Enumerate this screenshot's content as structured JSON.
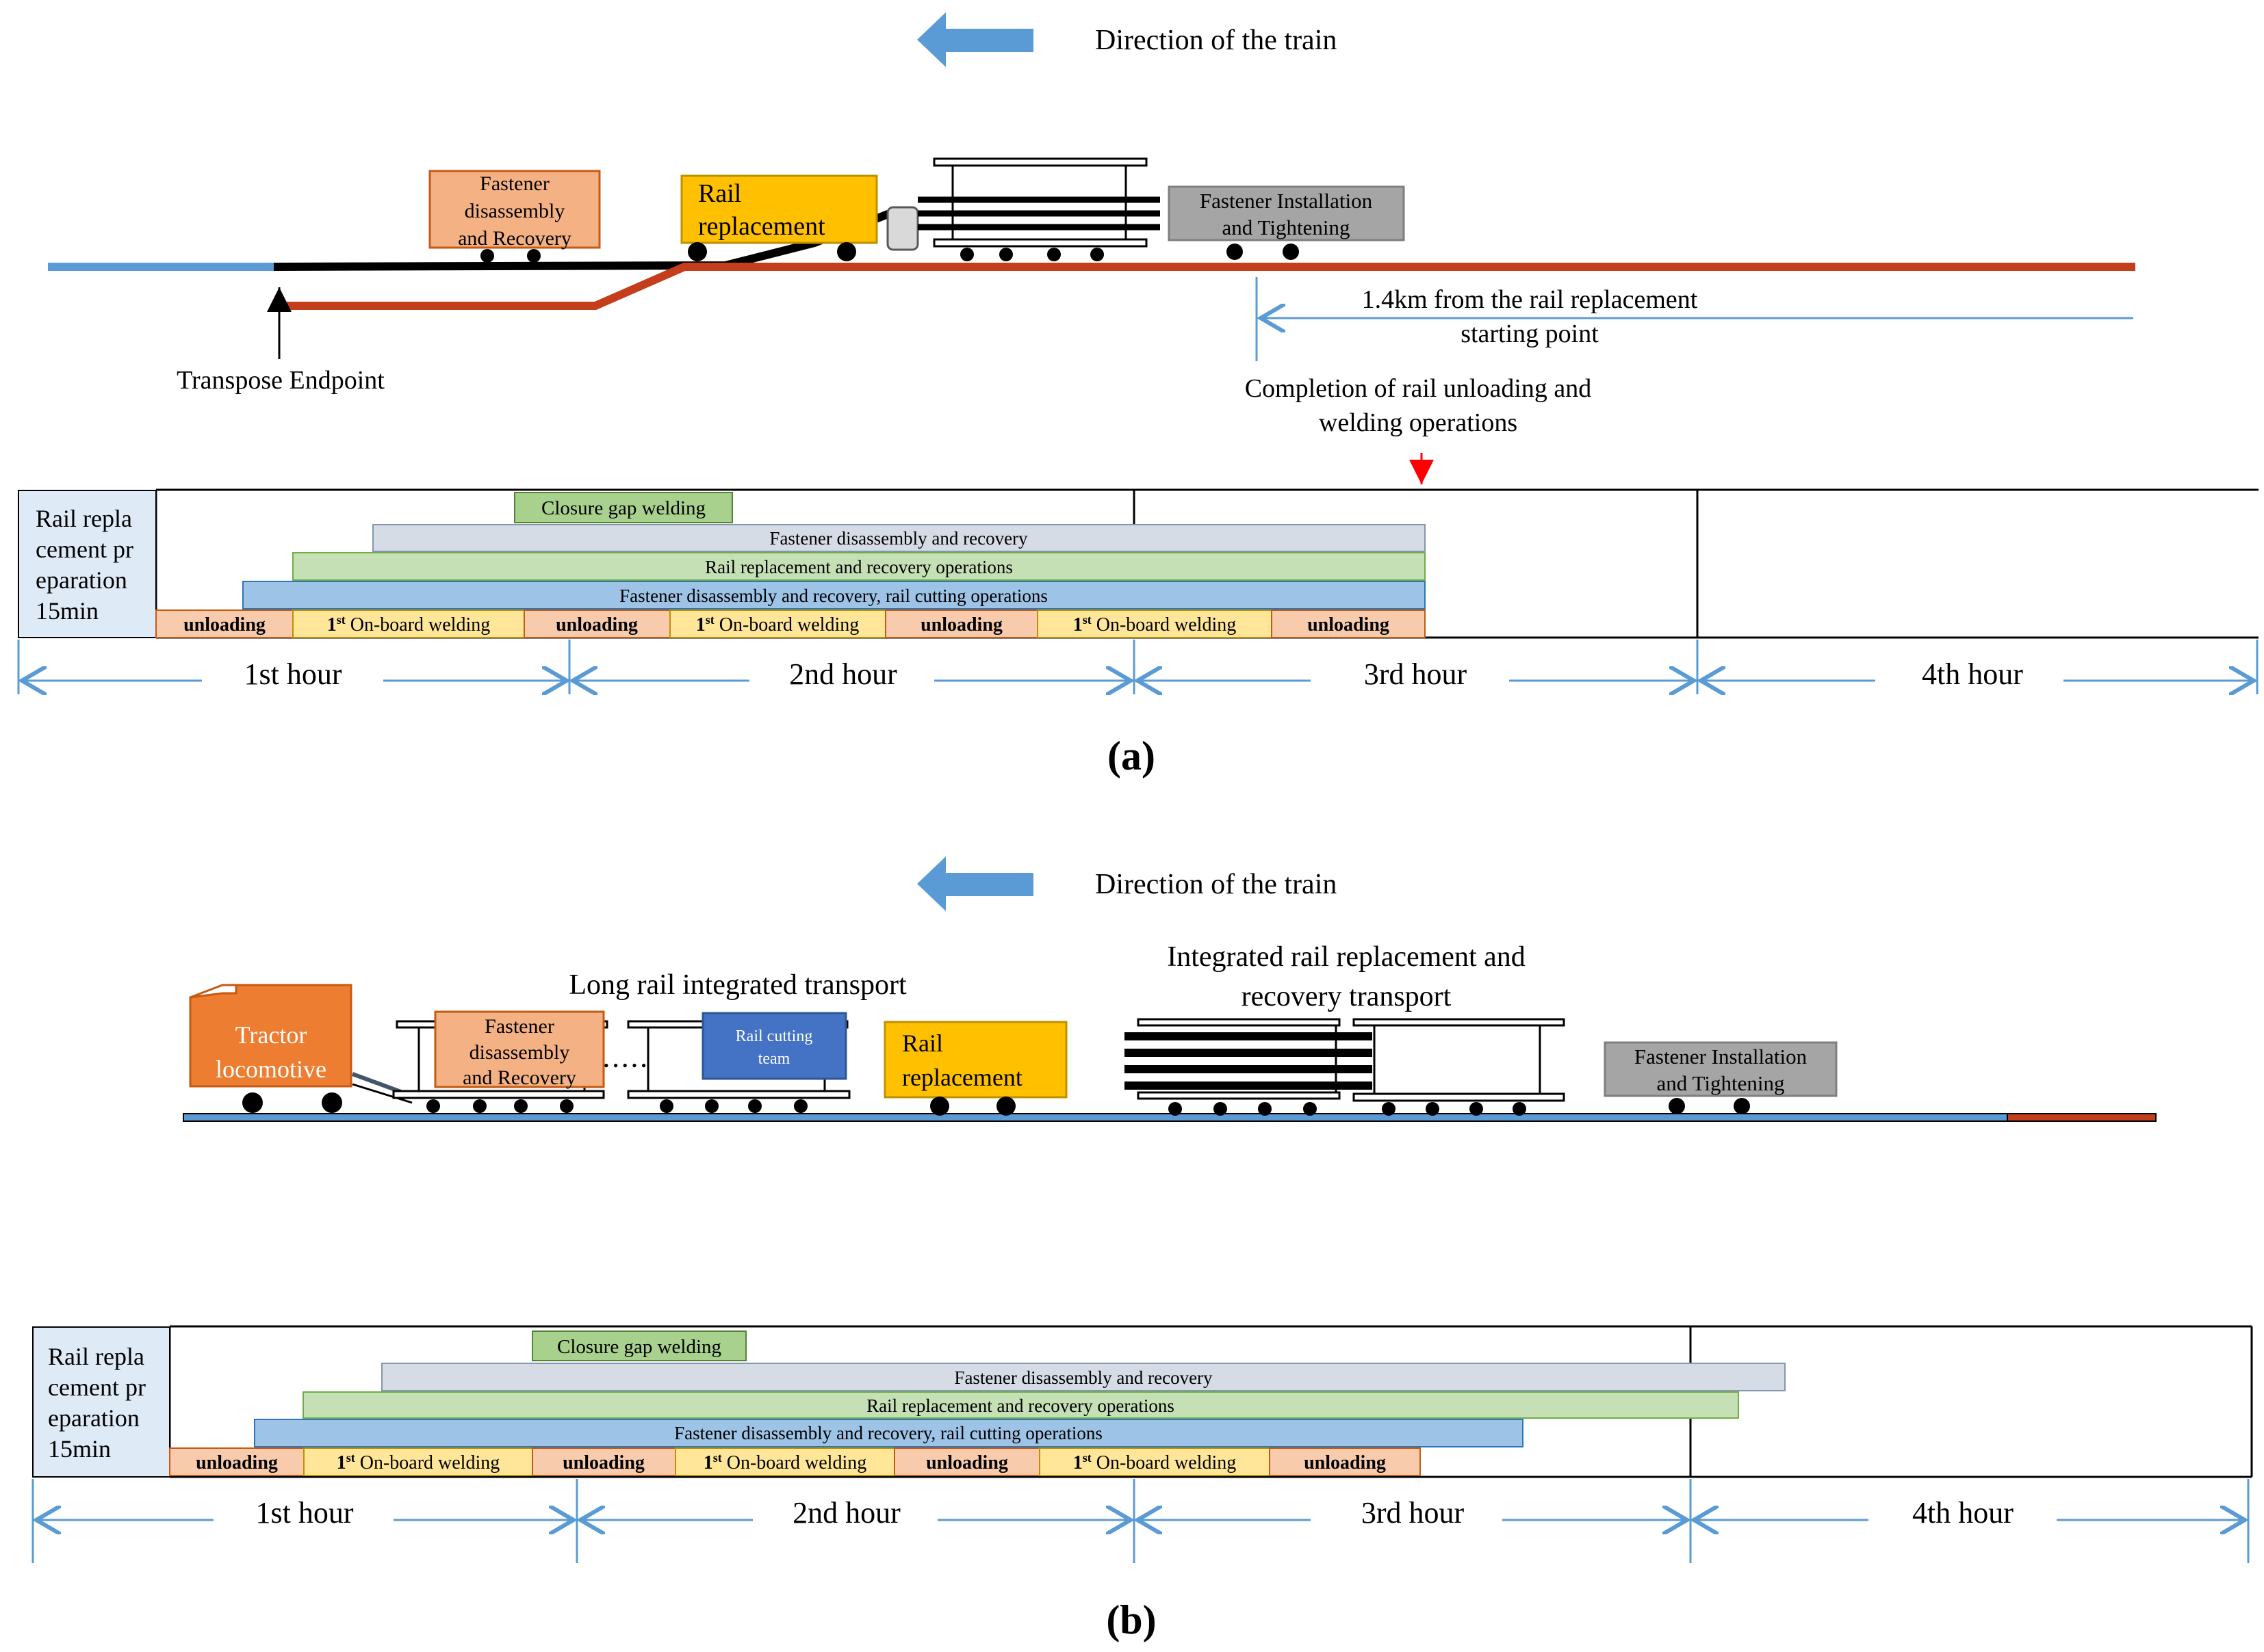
{
  "panel_a": {
    "direction_label": "Direction of the train",
    "vehicles": {
      "fastener_disassembly": [
        "Fastener",
        "disassembly",
        "and Recovery"
      ],
      "rail_replacement": [
        "Rail",
        "replacement"
      ],
      "fastener_installation": [
        "Fastener Installation",
        "and Tightening"
      ]
    },
    "transpose_endpoint": "Transpose Endpoint",
    "distance_note": [
      "1.4km from the rail replacement",
      "starting point"
    ],
    "completion_note": [
      "Completion of rail unloading and",
      "welding operations"
    ],
    "prep_box": [
      "Rail repla",
      "cement pr",
      "eparation",
      "15min"
    ],
    "bars": {
      "closure_gap": "Closure gap welding",
      "fastener_disassembly": "Fastener disassembly and recovery",
      "rail_replacement": "Rail replacement and recovery operations",
      "fastener_cutting": "Fastener disassembly and recovery, rail cutting operations"
    },
    "sequence": {
      "unloading": "unloading",
      "welding_ordinal": "1",
      "welding_sup": "st",
      "welding_rest": " On-board welding"
    },
    "hours": [
      "1st hour",
      "2nd hour",
      "3rd hour",
      "4th hour"
    ],
    "caption": "(a)"
  },
  "panel_b": {
    "direction_label": "Direction of the train",
    "transport_long": "Long rail integrated transport",
    "transport_integrated": [
      "Integrated rail replacement and",
      "recovery transport"
    ],
    "vehicles": {
      "tractor": [
        "Tractor",
        "locomotive"
      ],
      "fastener_disassembly": [
        "Fastener",
        "disassembly",
        "and Recovery"
      ],
      "rail_cutting": [
        "Rail cutting",
        "team"
      ],
      "dots": "•••••",
      "rail_replacement": [
        "Rail",
        "replacement"
      ],
      "fastener_installation": [
        "Fastener Installation",
        "and Tightening"
      ]
    },
    "prep_box": [
      "Rail repla",
      "cement pr",
      "eparation",
      "15min"
    ],
    "bars": {
      "closure_gap": "Closure gap welding",
      "fastener_disassembly": "Fastener disassembly and recovery",
      "rail_replacement": "Rail replacement and recovery operations",
      "fastener_cutting": "Fastener disassembly and recovery, rail cutting operations"
    },
    "sequence": {
      "unloading": "unloading",
      "welding_ordinal": "1",
      "welding_sup": "st",
      "welding_rest": " On-board welding"
    },
    "hours": [
      "1st hour",
      "2nd hour",
      "3rd hour",
      "4th hour"
    ],
    "caption": "(b)"
  },
  "colors": {
    "orange_box": "#f4b183",
    "yellow_box": "#ffc000",
    "gray_box": "#a5a5a5",
    "tractor": "#ed7d31",
    "rail_cutting_box": "#4472c4",
    "arrow_blue": "#5b9bd5",
    "rail_red": "#c43e1c",
    "closure_green": "#a9d18e",
    "bar_gray": "#d6dce5",
    "bar_green": "#c5e0b4",
    "bar_blue": "#9dc3e6",
    "seq_orange": "#f8cbad",
    "seq_yellow": "#ffe699",
    "prep_fill": "#deebf7"
  }
}
